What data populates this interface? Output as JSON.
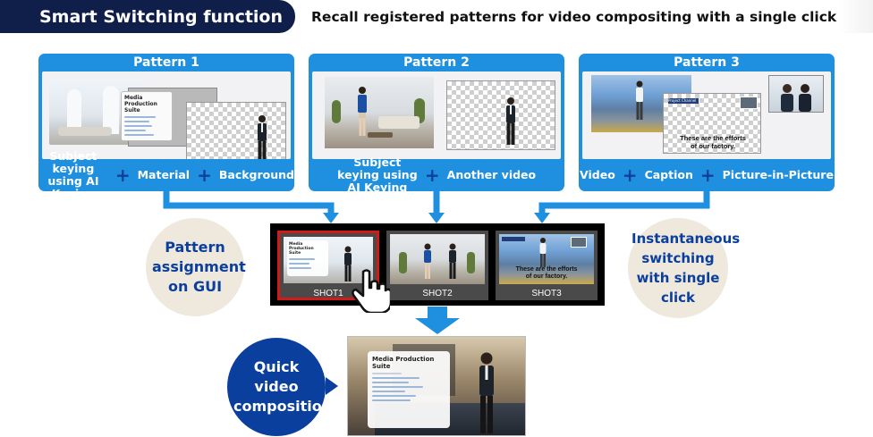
{
  "header": {
    "title": "Smart Switching function",
    "subtitle": "Recall registered patterns for video compositing with a single click"
  },
  "patterns": [
    {
      "title": "Pattern 1",
      "items": [
        "Subject keying using AI Keying",
        "Material",
        "Background"
      ],
      "panel_title": "Media Production Suite"
    },
    {
      "title": "Pattern 2",
      "items": [
        "Subject keying using AI Keying",
        "Another video"
      ]
    },
    {
      "title": "Pattern 3",
      "items": [
        "Video",
        "Caption",
        "Picture-in-Picture"
      ],
      "caption_lines": [
        "These are the efforts",
        "of our factory."
      ],
      "caption_label": "Project Channel"
    }
  ],
  "plus_symbol": "+",
  "bubbles": {
    "left": "Pattern assignment on GUI",
    "right": "Instantaneous switching with single click",
    "bottom": "Quick video composition"
  },
  "shots": [
    {
      "label": "SHOT1",
      "selected": true
    },
    {
      "label": "SHOT2",
      "selected": false
    },
    {
      "label": "SHOT3",
      "selected": false
    }
  ],
  "result": {
    "panel_title": "Media Production Suite"
  },
  "colors": {
    "header_dark": "#0f1f4a",
    "card_blue": "#1f8fe0",
    "plus_blue": "#0e3f9a",
    "bubble_beige": "#efe8dc",
    "bubble_navy": "#0a3f9e",
    "selected_red": "#d11a1a"
  }
}
